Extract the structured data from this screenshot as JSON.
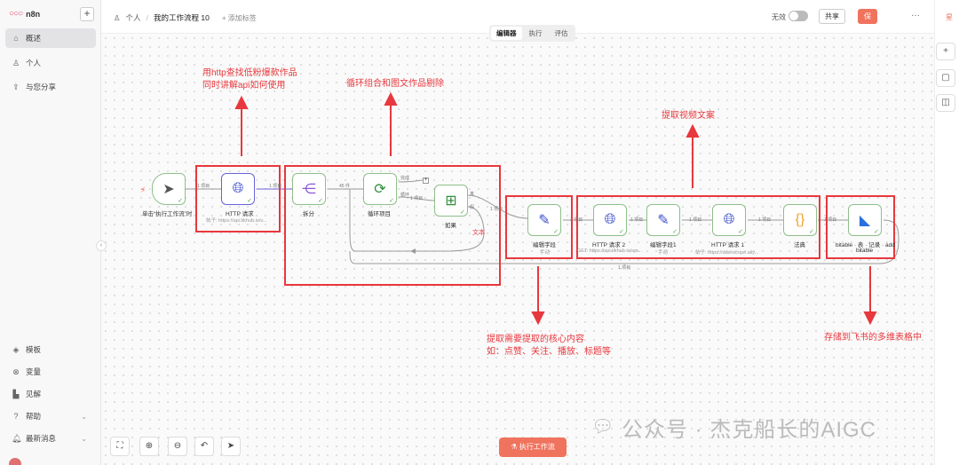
{
  "app": {
    "name": "n8n"
  },
  "sidebar": {
    "top_items": [
      {
        "label": "概述",
        "icon": "home-icon"
      },
      {
        "label": "个人",
        "icon": "user-icon"
      },
      {
        "label": "与您分享",
        "icon": "share-icon"
      }
    ],
    "bottom_items": [
      {
        "label": "模板",
        "icon": "template-icon"
      },
      {
        "label": "变量",
        "icon": "variable-icon"
      },
      {
        "label": "见解",
        "icon": "insights-icon"
      },
      {
        "label": "帮助",
        "icon": "help-icon"
      },
      {
        "label": "最新消息",
        "icon": "bell-icon"
      }
    ]
  },
  "header": {
    "breadcrumb_owner": "个人",
    "workflow_title": "我的工作流程 10",
    "add_tag": "+ 添加标签",
    "active_label": "无效",
    "share_label": "共享",
    "save_label": "保",
    "right_edge_label": "星"
  },
  "tabs": [
    "编辑器",
    "执行",
    "评估"
  ],
  "nodes": {
    "trigger": {
      "label": "单击“执行工作流”时"
    },
    "http1": {
      "label": "HTTP 请求",
      "sub": "帖子: https://api.tikhub.io/v..."
    },
    "split": {
      "label": "拆分"
    },
    "loop": {
      "label": "循环项目"
    },
    "if": {
      "label": "如果"
    },
    "edit1": {
      "label": "编辑字段",
      "sub": "手动"
    },
    "http2": {
      "label": "HTTP 请求 2",
      "sub": "GET: https://api.tikhub.io/api..."
    },
    "edit2": {
      "label": "编辑字段1",
      "sub": "手动"
    },
    "http3": {
      "label": "HTTP 请求 1",
      "sub": "帖子: https://dashscope.aliy..."
    },
    "code": {
      "label": "法典"
    },
    "bitable": {
      "label": "bitable · 表 · 记录 · add",
      "label2": "bitable"
    }
  },
  "edges": {
    "e1": "1 项目",
    "e2": "1 项目",
    "e3": "45 件",
    "e4": "循环",
    "e5": "1 项目",
    "e6": "1 项目",
    "e7": "1 项目",
    "e8": "1 项目",
    "e9": "1 项目",
    "e10": "1 项目",
    "e11": "1 项目",
    "e_bottom": "1 项目",
    "e12": "1 项目",
    "done": "完成",
    "true": "真",
    "false": "假"
  },
  "annotations": {
    "a1_line1": "用http查找低粉爆款作品",
    "a1_line2": "同时讲解api如何使用",
    "a2": "循环组合和图文作品剔除",
    "a3": "提取视频文案",
    "a4_line1": "提取需要提取的核心内容",
    "a4_line2": "如：点赞、关注、播放、标题等",
    "a5": "存储到飞书的多维表格中",
    "text_tag": "文本"
  },
  "footer": {
    "execute_label": "执行工作流"
  },
  "watermark": "公众号 · 杰克船长的AIGC",
  "colors": {
    "accent": "#f0735e",
    "annotation": "#e8383d",
    "node_border": "#8fbf8a",
    "selected": "#6b63d8"
  }
}
